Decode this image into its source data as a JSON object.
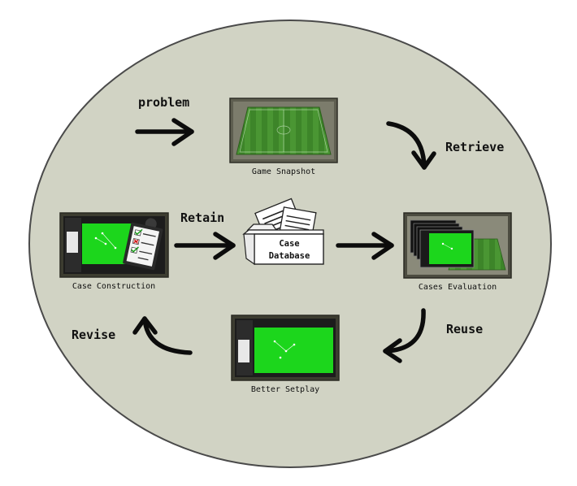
{
  "colors": {
    "background": "#ffffff",
    "ellipse_fill": "#d1d3c4",
    "ellipse_stroke": "#4a4a4a",
    "frame": "#3c3c30",
    "pitch_green": "#1cd61c",
    "arrow": "#0c0c0c"
  },
  "labels": {
    "problem": "problem",
    "retrieve": "Retrieve",
    "retain": "Retain",
    "reuse": "Reuse",
    "revise": "Revise"
  },
  "captions": {
    "game_snapshot": "Game Snapshot",
    "case_construction": "Case Construction",
    "cases_evaluation": "Cases Evaluation",
    "better_setplay": "Better Setplay"
  },
  "database": {
    "line1": "Case",
    "line2": "Database"
  },
  "icons": {
    "checklist": "clipboard-checklist-icon",
    "documents": "document-stack-icon"
  }
}
